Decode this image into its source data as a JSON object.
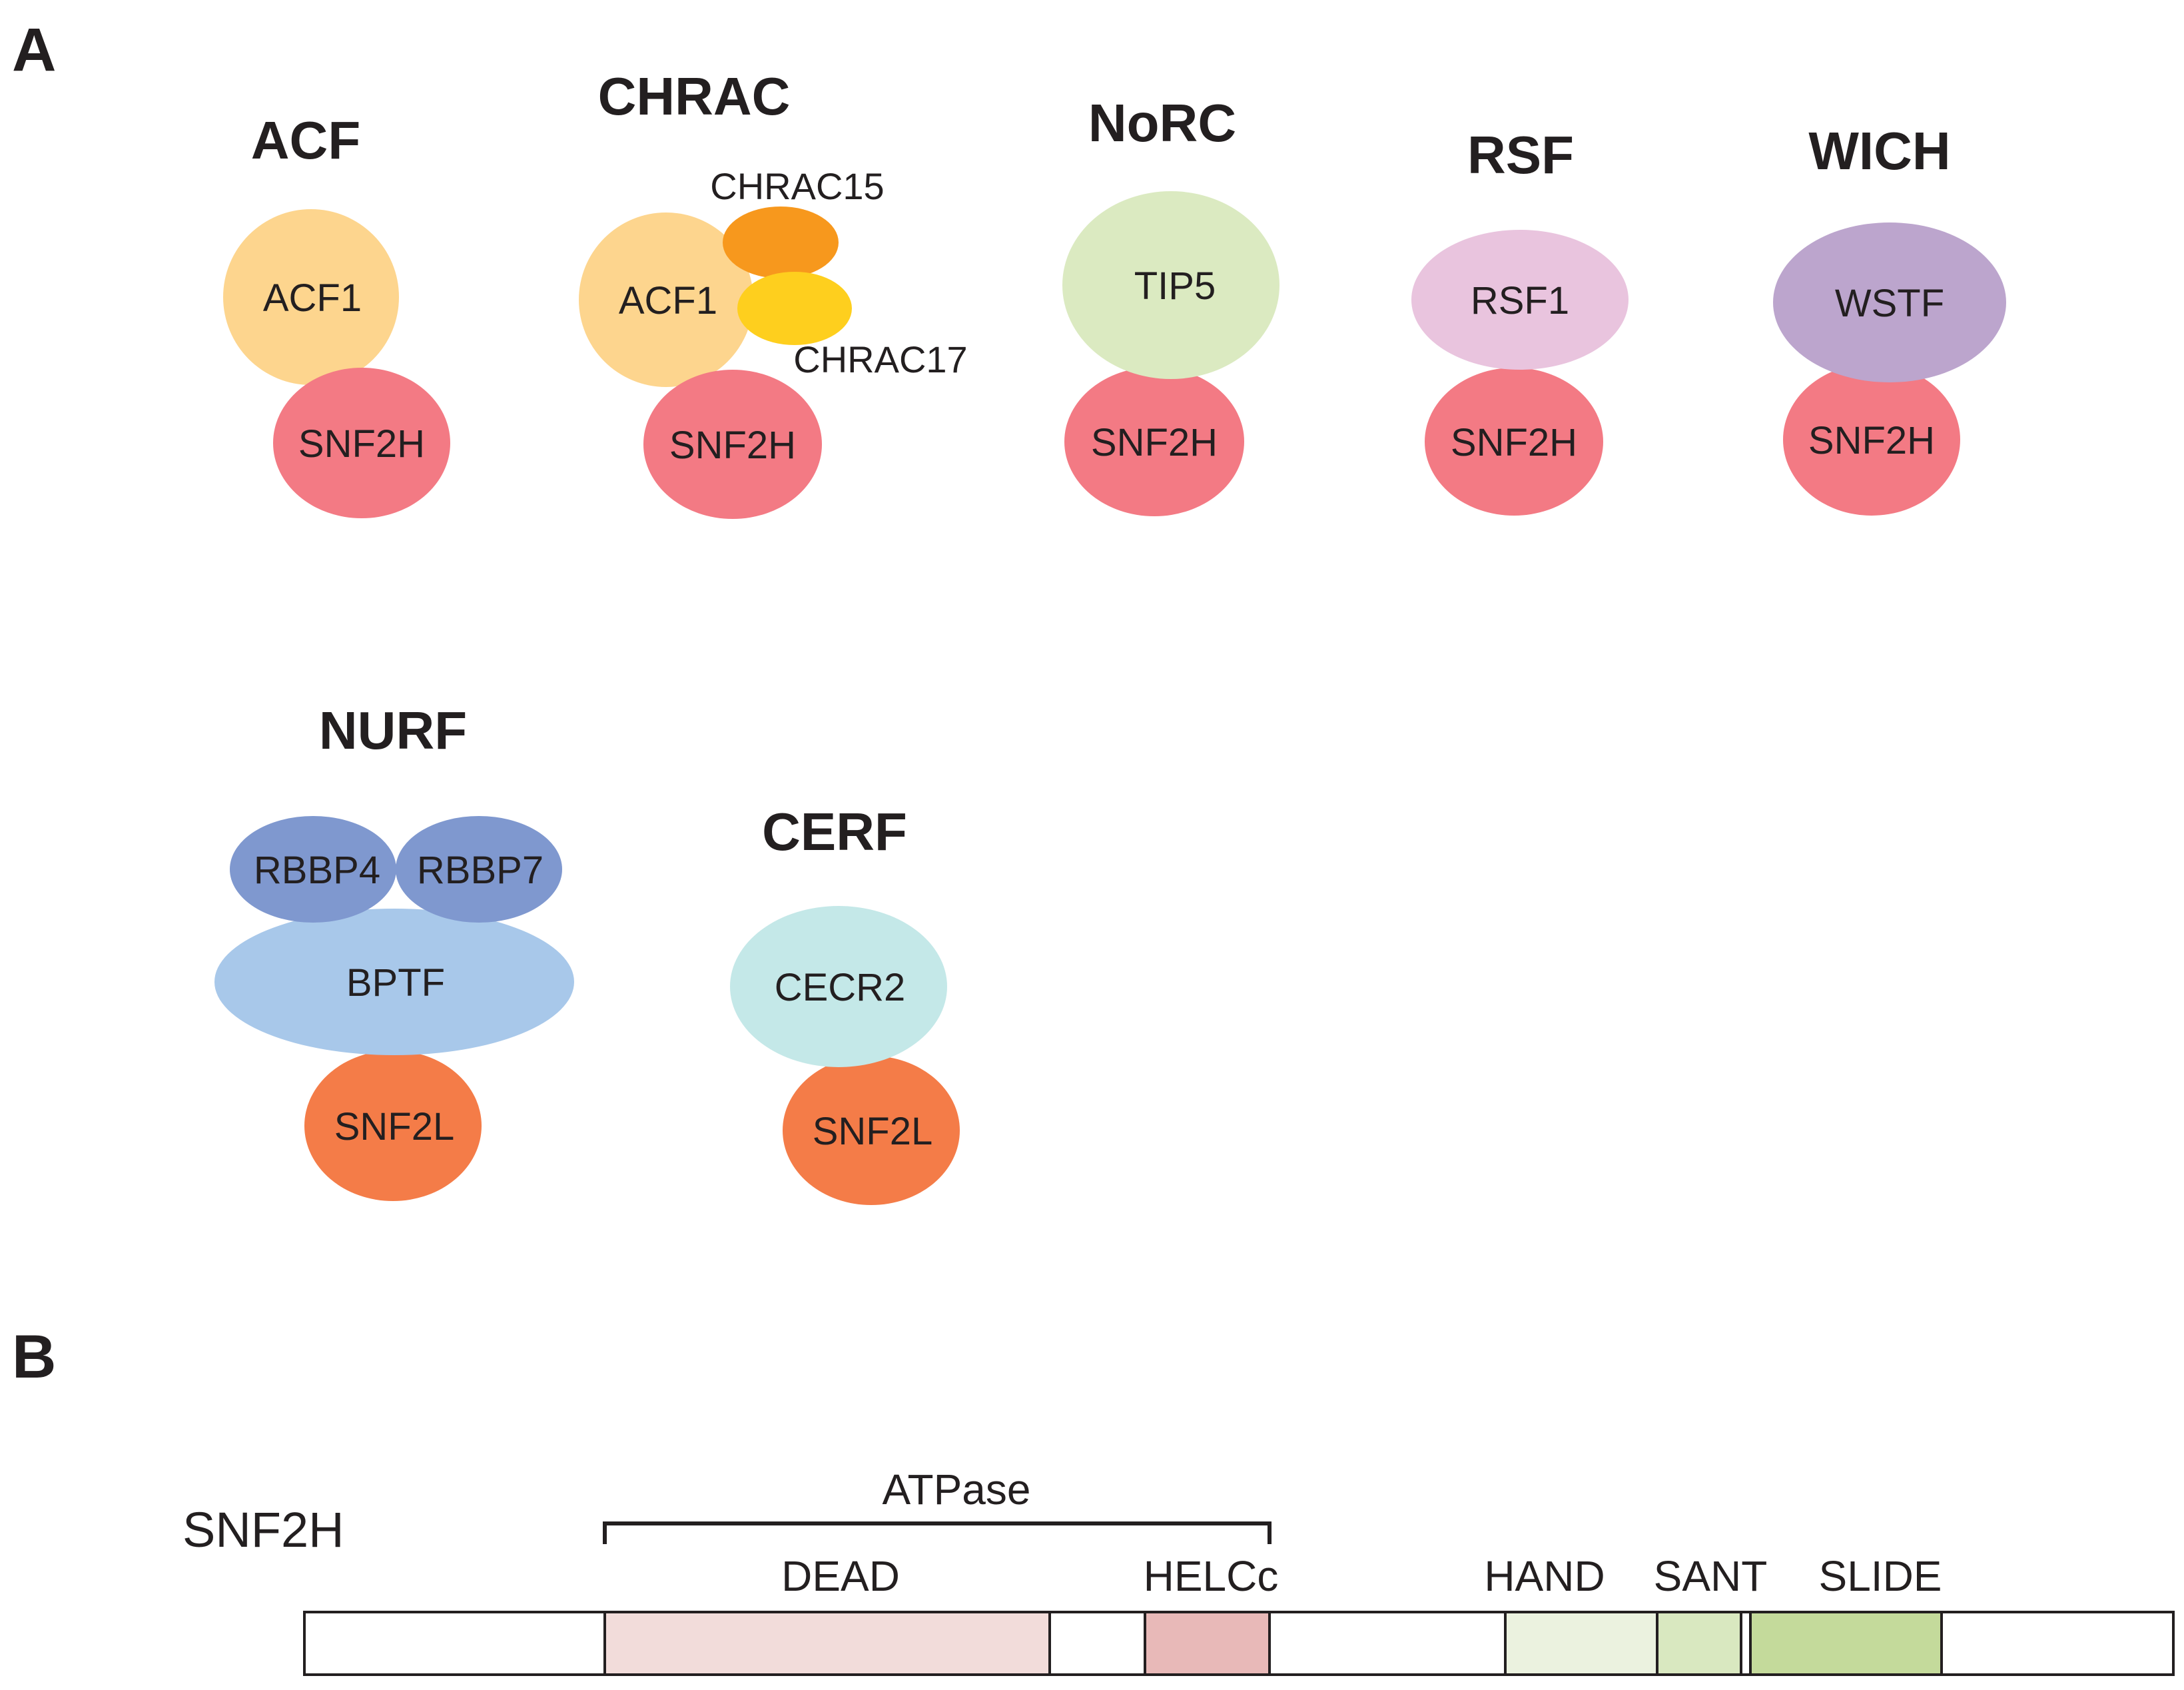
{
  "panels": {
    "a": "A",
    "b": "B"
  },
  "colors": {
    "snf2h": "#f37a84",
    "snf2l": "#f47c48",
    "acf1": "#fdd58e",
    "chrac15": "#f7981d",
    "chrac17": "#fecf1e",
    "tip5": "#dbeac1",
    "rsf1": "#e9c4de",
    "wstf": "#bca5cd",
    "rbbp": "#7f98cf",
    "bptf": "#a8c8ea",
    "cecr2": "#c4e8e8",
    "dead": "#f2dcda",
    "helcc": "#e8b9b8",
    "hand": "#ebf2df",
    "sant": "#d9e8c0",
    "slide": "#c4da9b"
  },
  "complexes": {
    "acf": {
      "name": "ACF",
      "subunits": [
        "ACF1",
        "SNF2H"
      ]
    },
    "chrac": {
      "name": "CHRAC",
      "subunits": [
        "ACF1",
        "SNF2H"
      ],
      "small": [
        "CHRAC15",
        "CHRAC17"
      ]
    },
    "norc": {
      "name": "NoRC",
      "subunits": [
        "TIP5",
        "SNF2H"
      ]
    },
    "rsf": {
      "name": "RSF",
      "subunits": [
        "RSF1",
        "SNF2H"
      ]
    },
    "wich": {
      "name": "WICH",
      "subunits": [
        "WSTF",
        "SNF2H"
      ]
    },
    "nurf": {
      "name": "NURF",
      "subunits": [
        "RBBP4",
        "RBBP7",
        "BPTF",
        "SNF2L"
      ]
    },
    "cerf": {
      "name": "CERF",
      "subunits": [
        "CECR2",
        "SNF2L"
      ]
    }
  },
  "protein": {
    "name": "SNF2H",
    "region_label": "ATPase",
    "domains": [
      "DEAD",
      "HELCc",
      "HAND",
      "SANT",
      "SLIDE"
    ]
  }
}
